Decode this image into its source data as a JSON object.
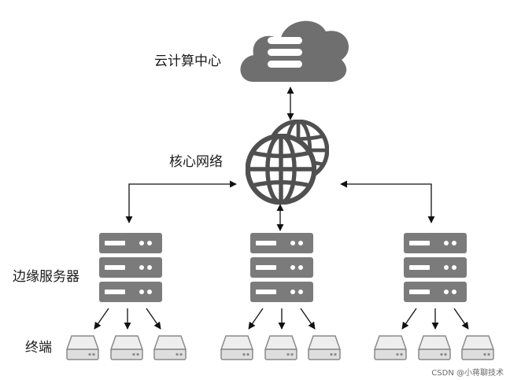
{
  "labels": {
    "cloud": "云计算中心",
    "core": "核心网络",
    "edge": "边缘服务器",
    "terminal": "终端"
  },
  "watermark": "CSDN @小蒋聊技术",
  "colors": {
    "cloud": "#6f6f6f",
    "server": "#7b7b7b",
    "globe": "#505050",
    "terminal_fill": "#dedede",
    "terminal_stroke": "#8a8a8a"
  },
  "icons": {
    "cloud": "cloud-database-icon",
    "core": "globe-network-icon",
    "server": "server-rack-icon",
    "terminal": "hard-drive-icon"
  }
}
